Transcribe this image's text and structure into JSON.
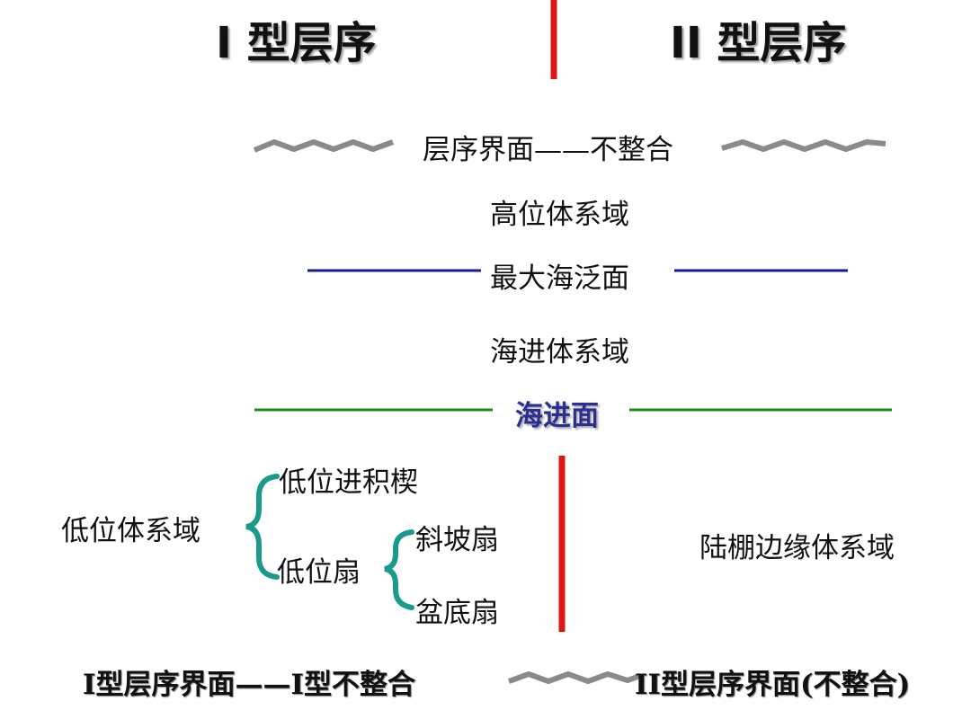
{
  "titles": {
    "type1": "I 型层序",
    "type2": "II 型层序"
  },
  "labels": {
    "boundary": "层序界面——不整合",
    "hst": "高位体系域",
    "mfs": "最大海泛面",
    "tst": "海进体系域",
    "ts": "海进面",
    "lst": "低位体系域",
    "lpw": "低位进积楔",
    "lowfan": "低位扇",
    "slopefan": "斜坡扇",
    "basinfan": "盆底扇",
    "sms": "陆棚边缘体系域",
    "type1_boundary": "I型层序界面——I型不整合",
    "type2_boundary": "II型层序界面(不整合)"
  },
  "colors": {
    "divider": "#e01616",
    "unconformity": "#8a8a8a",
    "mfs_line": "#1a1aa0",
    "ts_line": "#1a8a1a",
    "brace": "#1a9a8a",
    "ts_text": "#2b2f8f"
  }
}
